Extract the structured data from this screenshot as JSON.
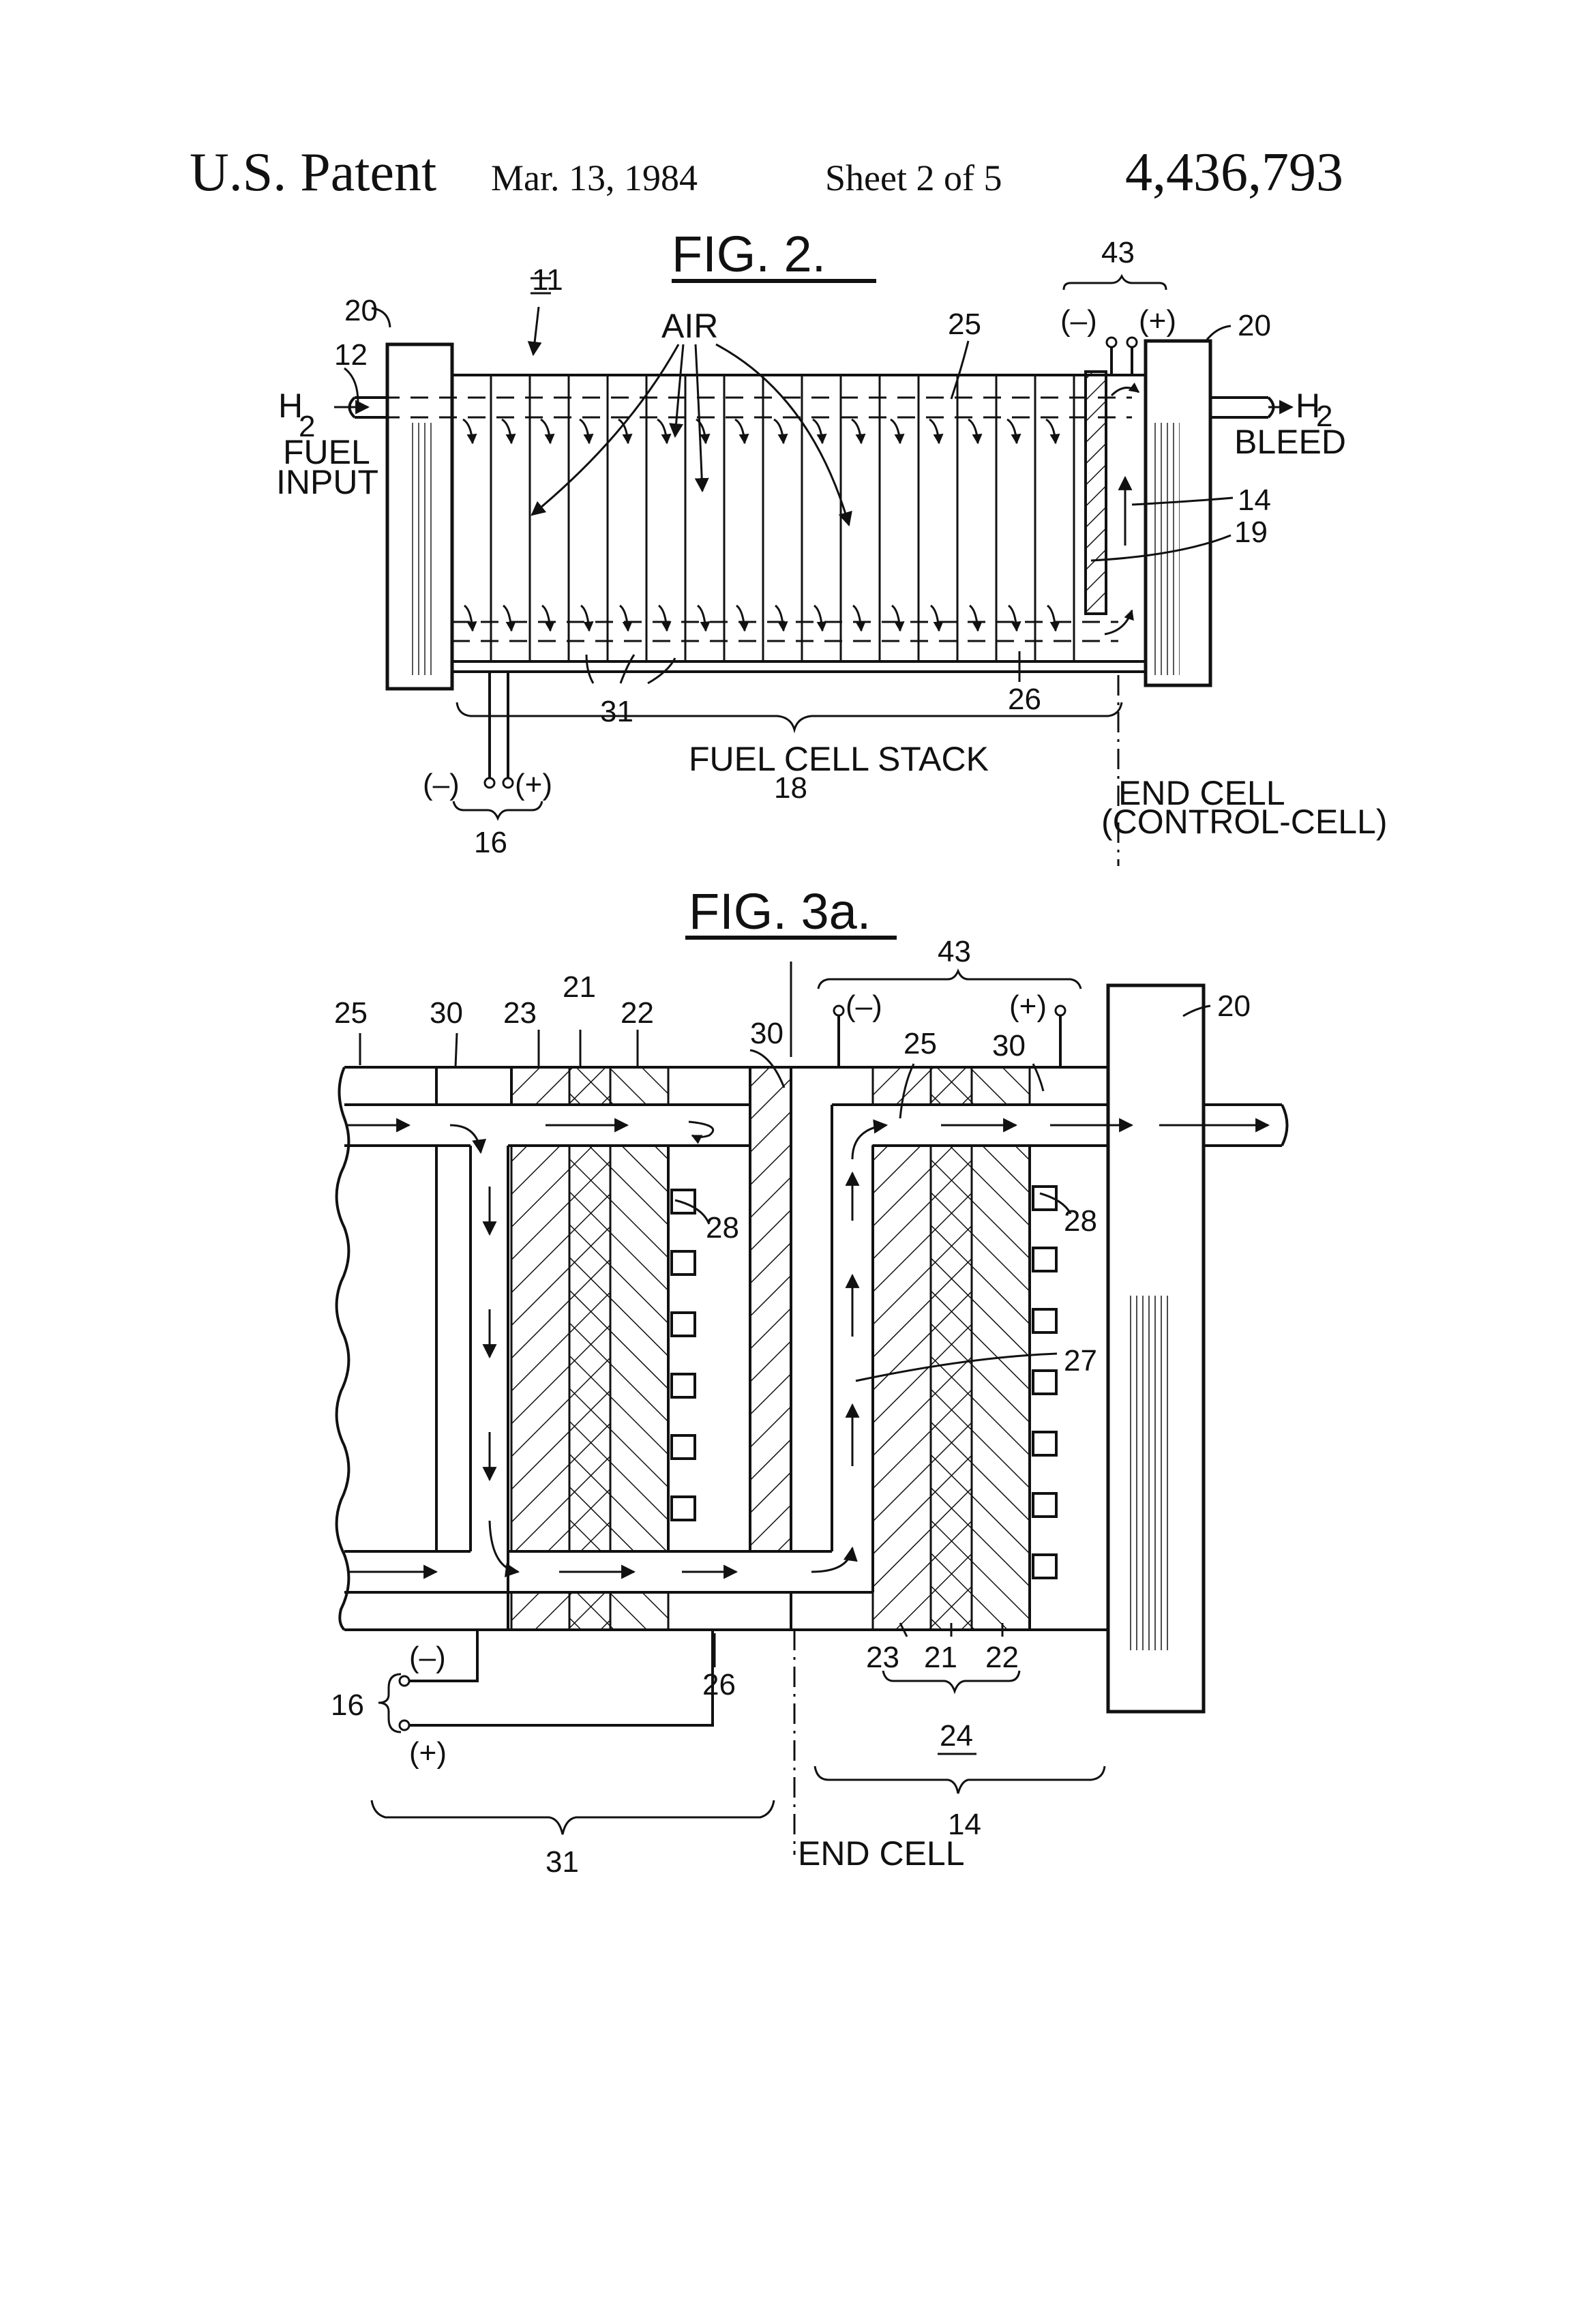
{
  "header": {
    "patent": "U.S. Patent",
    "date": "Mar. 13, 1984",
    "sheet": "Sheet 2 of 5",
    "number": "4,436,793"
  },
  "fig2": {
    "title": "FIG. 2.",
    "labels": {
      "ref_11": "11",
      "air": "AIR",
      "ref_25": "25",
      "ref_43": "43",
      "term_minus": "(–)",
      "term_plus": "(+)",
      "ref_20_left": "20",
      "ref_20_right": "20",
      "ref_12": "12",
      "h2_in": "H",
      "h2_in_sub": "2",
      "fuel": "FUEL",
      "input": "INPUT",
      "h2_out": "H",
      "h2_out_sub": "2",
      "bleed": "BLEED",
      "ref_14": "14",
      "ref_19": "19",
      "ref_31": "31",
      "ref_26": "26",
      "stack": "FUEL CELL STACK",
      "ref_18": "18",
      "ref_16": "16",
      "term16_minus": "(–)",
      "term16_plus": "(+)",
      "end_cell": "END CELL",
      "control_cell": "(CONTROL-CELL)"
    }
  },
  "fig3a": {
    "title": "FIG. 3a.",
    "labels": {
      "ref_43": "43",
      "ref_21": "21",
      "ref_25": "25",
      "ref_30": "30",
      "ref_23": "23",
      "ref_22": "22",
      "ref_30b": "30",
      "term_minus": "(–)",
      "ref_25b": "25",
      "term_plus": "(+)",
      "ref_30c": "30",
      "ref_20": "20",
      "ref_28a": "28",
      "ref_28b": "28",
      "ref_27": "27",
      "ref_16": "16",
      "term16_minus": "(–)",
      "term16_plus": "(+)",
      "ref_26": "26",
      "ref_23b": "23",
      "ref_21b": "21",
      "ref_22b": "22",
      "ref_24": "24",
      "ref_14": "14",
      "end_cell": "END CELL",
      "ref_31": "31"
    }
  }
}
